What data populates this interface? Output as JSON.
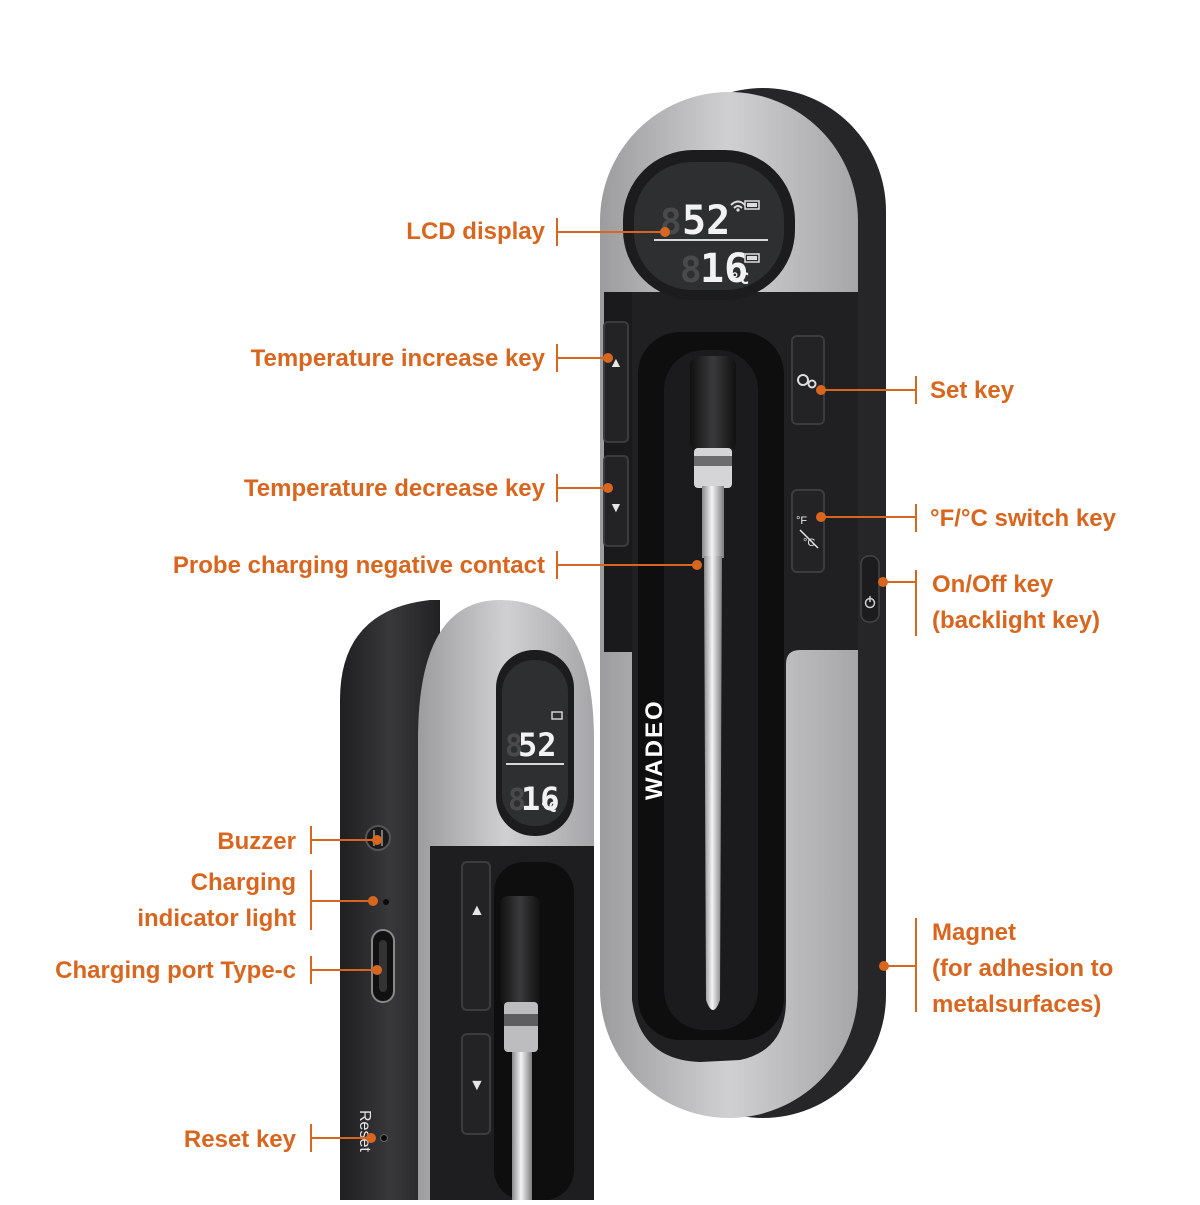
{
  "colors": {
    "accent": "#d9661f",
    "body_dark": "#2b2b2e",
    "body_silver": "#b8b8ba",
    "lcd_bg": "#2d2e30"
  },
  "brand": "WADEO",
  "device_main": {
    "lcd": {
      "top_value": "52",
      "top_dim_digit": "8",
      "bottom_value": "16",
      "bottom_dim_digits": "8",
      "unit": "°C"
    },
    "keys": {
      "up_glyph": "▲",
      "down_glyph": "▼",
      "fc_top": "°F",
      "fc_bottom": "°C"
    }
  },
  "device_side": {
    "lcd": {
      "top_value": "52",
      "top_dim_digit": "8",
      "bottom_value": "16",
      "bottom_dim_digits": "8",
      "unit": "°C"
    },
    "reset_text": "Reset"
  },
  "callouts": {
    "lcd_display": "LCD display",
    "temp_increase": "Temperature increase key",
    "temp_decrease": "Temperature decrease key",
    "probe_contact": "Probe charging negative contact",
    "set_key": "Set key",
    "fc_switch": "°F/°C switch key",
    "onoff_line1": "On/Off key",
    "onoff_line2": "(backlight key)",
    "magnet_line1": "Magnet",
    "magnet_line2": "(for adhesion to",
    "magnet_line3": "metalsurfaces)",
    "buzzer": "Buzzer",
    "charging_light_line1": "Charging",
    "charging_light_line2": "indicator light",
    "charging_port": "Charging port Type-c",
    "reset_key": "Reset key"
  }
}
